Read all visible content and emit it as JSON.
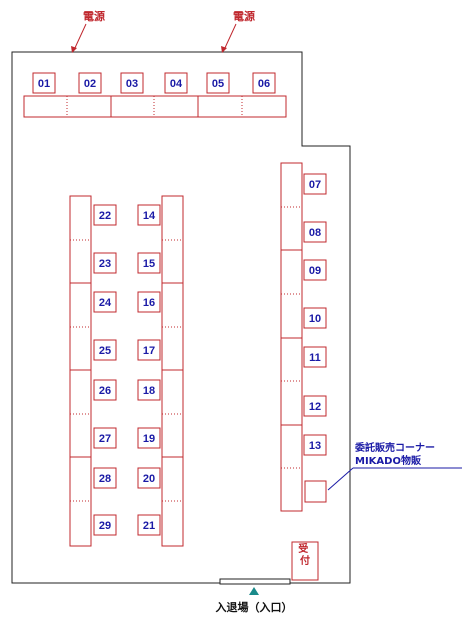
{
  "power_label": "電源",
  "entrance_label": "入退場（入口）",
  "reception_label": "受付",
  "consignment": {
    "line1": "委託販売コーナー",
    "line2": "MIKADO物販"
  },
  "booths": {
    "top_row": [
      "01",
      "02",
      "03",
      "04",
      "05",
      "06"
    ],
    "right_column": [
      "07",
      "08",
      "09",
      "10",
      "11",
      "12",
      "13"
    ],
    "left_column": [
      "22",
      "23",
      "24",
      "25",
      "26",
      "27",
      "28",
      "29"
    ],
    "center_column": [
      "14",
      "15",
      "16",
      "17",
      "18",
      "19",
      "20",
      "21"
    ]
  },
  "colors": {
    "table_line": "#c0282e",
    "booth_text": "#1a1aa6",
    "wall": "#222222",
    "entrance_marker": "#1a8a8a"
  }
}
